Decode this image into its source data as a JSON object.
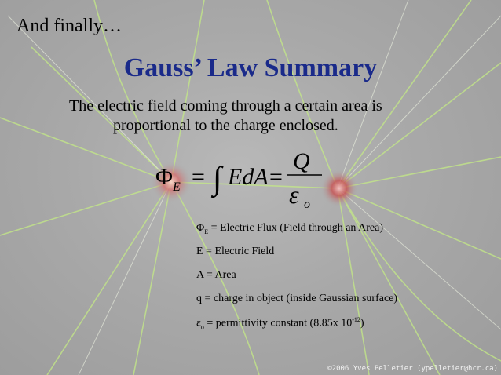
{
  "slide": {
    "intro": "And finally…",
    "title": "Gauss’ Law Summary",
    "description_line1": "The electric field coming through a certain area is",
    "description_line2": "proportional to the charge enclosed.",
    "equation": {
      "phi": "Φ",
      "phi_sub": "E",
      "equals": "=",
      "integral": "∫",
      "integrand": "EdA",
      "numerator": "Q",
      "denominator": "ε",
      "denominator_sub": "o"
    },
    "legend": {
      "flux_symbol": "Φ",
      "flux_sub": "E",
      "flux_text": " = Electric Flux (Field through an Area)",
      "field": "E = Electric Field",
      "area": "A = Area",
      "charge": "q = charge in object (inside Gaussian surface)",
      "eps_symbol": "ε",
      "eps_sub": "o",
      "eps_text": " = permittivity constant (8.85x 10",
      "eps_exp": "-12",
      "eps_close": ")"
    },
    "copyright": "©2006 Yves Pelletier (ypelletier@hcr.ca)"
  },
  "colors": {
    "title": "#1a2a8a",
    "background": "#a9a9a9",
    "ray_green": "#b5e07a",
    "ray_light": "#e8f0d8",
    "glow_red": "#d46060"
  }
}
